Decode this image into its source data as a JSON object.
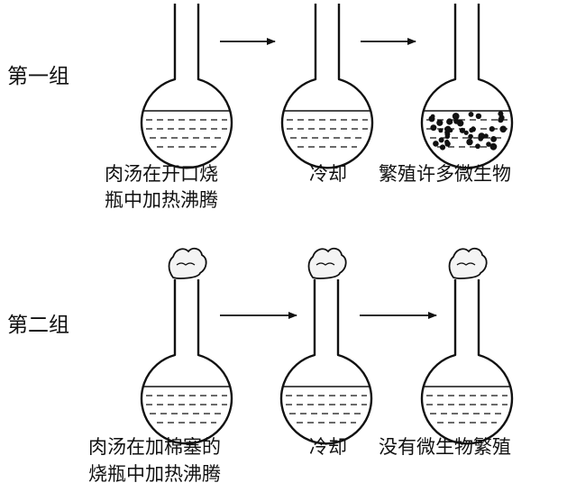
{
  "group1": {
    "label": "第一组",
    "captions": {
      "step1_line1": "肉汤在开口烧",
      "step1_line2": "瓶中加热沸腾",
      "step2": "冷却",
      "step3": "繁殖许多微生物"
    }
  },
  "group2": {
    "label": "第二组",
    "captions": {
      "step1_line1": "肉汤在加棉塞的",
      "step1_line2": "烧瓶中加热沸腾",
      "step2": "冷却",
      "step3": "没有微生物繁殖"
    }
  }
}
